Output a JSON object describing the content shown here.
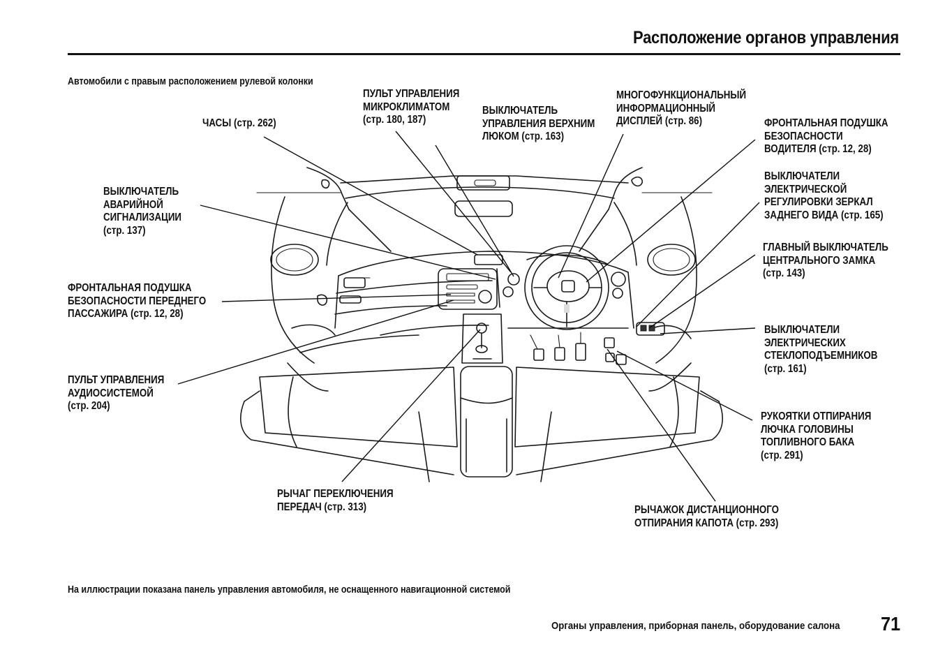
{
  "header": {
    "title": "Расположение органов управления"
  },
  "subtitle": "Автомобили с правым расположением рулевой колонки",
  "callouts": {
    "clock": [
      "ЧАСЫ (стр. 262)"
    ],
    "climate": [
      "ПУЛЬТ УПРАВЛЕНИЯ",
      "МИКРОКЛИМАТОМ",
      "(стр. 180, 187)"
    ],
    "sunroof": [
      "ВЫКЛЮЧАТЕЛЬ",
      "УПРАВЛЕНИЯ ВЕРХНИМ",
      "ЛЮКОМ (стр. 163)"
    ],
    "mid": [
      "МНОГОФУНКЦИОНАЛЬНЫЙ",
      "ИНФОРМАЦИОННЫЙ",
      "ДИСПЛЕЙ (стр. 86)"
    ],
    "driver_airbag": [
      "ФРОНТАЛЬНАЯ ПОДУШКА",
      "БЕЗОПАСНОСТИ",
      "ВОДИТЕЛЯ (стр. 12, 28)"
    ],
    "hazard": [
      "ВЫКЛЮЧАТЕЛЬ",
      "АВАРИЙНОЙ",
      "СИГНАЛИЗАЦИИ",
      "(стр. 137)"
    ],
    "mirrors": [
      "ВЫКЛЮЧАТЕЛИ",
      "ЭЛЕКТРИЧЕСКОЙ",
      "РЕГУЛИРОВКИ ЗЕРКАЛ",
      "ЗАДНЕГО ВИДА (стр. 165)"
    ],
    "central_lock": [
      "ГЛАВНЫЙ ВЫКЛЮЧАТЕЛЬ",
      "ЦЕНТРАЛЬНОГО ЗАМКА",
      "(стр. 143)"
    ],
    "passenger_airbag": [
      "ФРОНТАЛЬНАЯ ПОДУШКА",
      "БЕЗОПАСНОСТИ ПЕРЕДНЕГО",
      "ПАССАЖИРА (стр. 12, 28)"
    ],
    "windows": [
      "ВЫКЛЮЧАТЕЛИ",
      "ЭЛЕКТРИЧЕСКИХ",
      "СТЕКЛОПОДЪЕМНИКОВ",
      "(стр. 161)"
    ],
    "audio": [
      "ПУЛЬТ УПРАВЛЕНИЯ",
      "АУДИОСИСТЕМОЙ",
      "(стр. 204)"
    ],
    "fuel": [
      "РУКОЯТКИ ОТПИРАНИЯ",
      "ЛЮЧКА ГОЛОВИНЫ",
      "ТОПЛИВНОГО БАКА",
      "(стр. 291)"
    ],
    "shift": [
      "РЫЧАГ ПЕРЕКЛЮЧЕНИЯ",
      "ПЕРЕДАЧ (стр. 313)"
    ],
    "hood": [
      "РЫЧАЖОК ДИСТАНЦИОННОГО",
      "ОТПИРАНИЯ КАПОТА (стр. 293)"
    ]
  },
  "caption": "На иллюстрации показана панель управления автомобиля, не оснащенного навигационной системой",
  "footer": {
    "section": "Органы управления, приборная панель, оборудование салона",
    "page_number": "71"
  }
}
